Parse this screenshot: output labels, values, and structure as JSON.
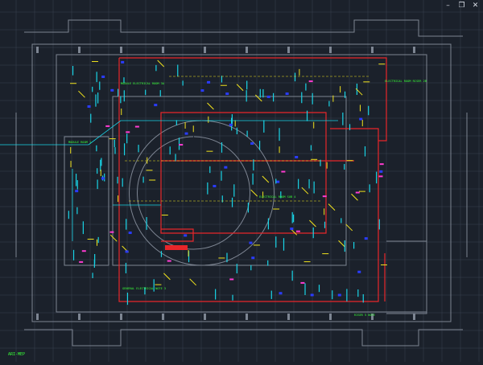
{
  "window": {
    "controls": [
      "–",
      "❐",
      "✕"
    ]
  },
  "drawing": {
    "sheet_label": "ARI-MEP",
    "notes": [
      {
        "id": "note-top-left",
        "text": "MODULE ELECTRICAL ROOM 3A"
      },
      {
        "id": "note-top-right",
        "text": "ELECTRICAL ROOM RISER 2B"
      },
      {
        "id": "note-center",
        "text": "ELECTRICAL ROOM SUB 4"
      },
      {
        "id": "note-bottom-left",
        "text": "GENERAL ELECTRICAL NOTE 3"
      },
      {
        "id": "note-bottom-right",
        "text": "RISER 5 NOTE"
      },
      {
        "id": "note-left-mid",
        "text": "MODULE ROOM 1"
      }
    ],
    "colors": {
      "background": "#1b212b",
      "grid": "#3a4250",
      "walls": "#7d8592",
      "red_zone": "#e8262a",
      "cyan_devices": "#19d4e6",
      "yellow_conduits": "#f2e41d",
      "blue_fixtures": "#2a3cff",
      "green_notes": "#39ff39",
      "magenta_marks": "#ff3bd2"
    }
  }
}
